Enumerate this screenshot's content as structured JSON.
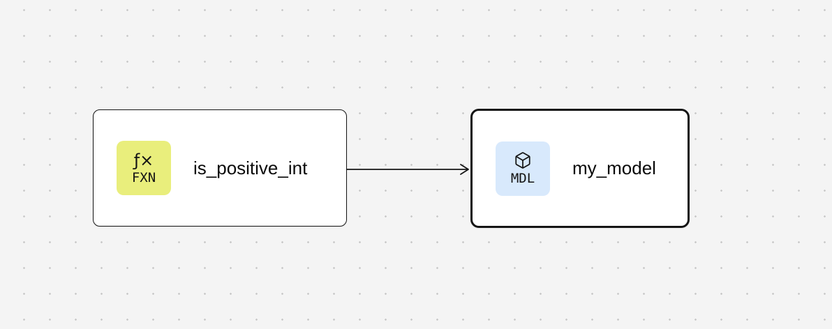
{
  "canvas": {
    "background_color": "#f4f4f4",
    "dot_color": "#c9c9c9"
  },
  "nodes": [
    {
      "label": "is_positive_int",
      "type_label": "FXN",
      "icon": "function-icon",
      "icon_glyph": "ƒ×",
      "badge_color": "#e9ee7c",
      "selected": false
    },
    {
      "label": "my_model",
      "type_label": "MDL",
      "icon": "cube-icon",
      "badge_color": "#d8e9fc",
      "selected": true
    }
  ],
  "edges": [
    {
      "from": "is_positive_int",
      "to": "my_model"
    }
  ],
  "colors": {
    "node_border": "#141414",
    "edge": "#141414",
    "label_text": "#0a0a0a"
  }
}
